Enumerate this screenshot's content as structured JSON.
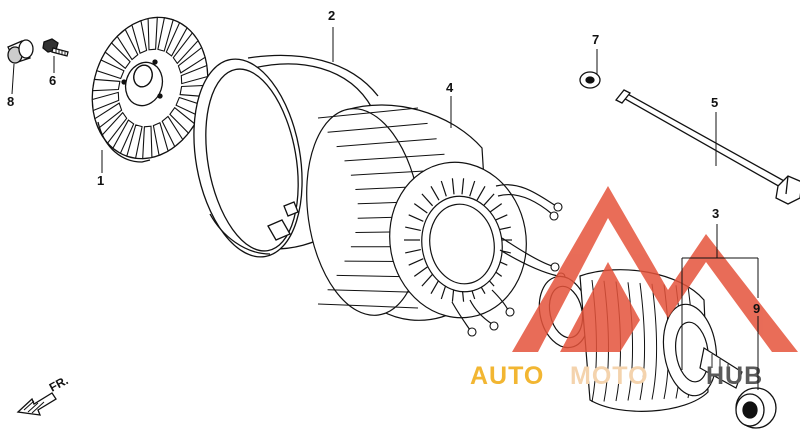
{
  "parts": [
    {
      "num": "1"
    },
    {
      "num": "2"
    },
    {
      "num": "3"
    },
    {
      "num": "4"
    },
    {
      "num": "5"
    },
    {
      "num": "6"
    },
    {
      "num": "7"
    },
    {
      "num": "8"
    },
    {
      "num": "9"
    }
  ],
  "direction_marker": "FR.",
  "watermark": {
    "text_a": "AUTO",
    "text_b": "MOTO",
    "text_c": "HUB",
    "color_a": "#f2b632",
    "color_b": "#f4d3ad",
    "color_c": "#5a5a5a",
    "logo_color": "#e5533b"
  },
  "colors": {
    "line": "#111111",
    "background": "#ffffff"
  }
}
